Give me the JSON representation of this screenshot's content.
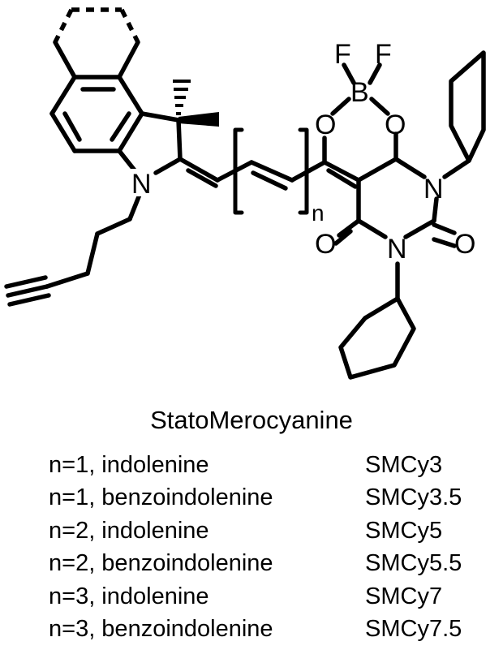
{
  "atom_labels": {
    "N_indole": "N",
    "F1": "F",
    "F2": "F",
    "B": "B",
    "O_left": "O",
    "O_right": "O",
    "N_top": "N",
    "N_bottom": "N",
    "O_c2": "O",
    "O_c4": "O",
    "repeat_index": "n"
  },
  "caption": "StatoMerocyanine",
  "variants": [
    {
      "condition": "n=1, indolenine",
      "name": "SMCy3"
    },
    {
      "condition": "n=1, benzoindolenine",
      "name": "SMCy3.5"
    },
    {
      "condition": "n=2, indolenine",
      "name": "SMCy5"
    },
    {
      "condition": "n=2, benzoindolenine",
      "name": "SMCy5.5"
    },
    {
      "condition": "n=3, indolenine",
      "name": "SMCy7"
    },
    {
      "condition": "n=3, benzoindolenine",
      "name": "SMCy7.5"
    }
  ]
}
